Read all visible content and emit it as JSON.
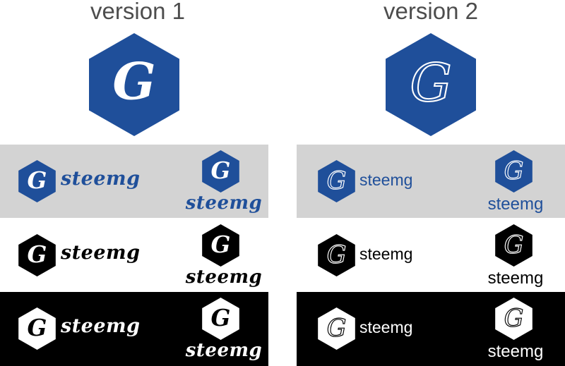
{
  "titles": {
    "v1": "version 1",
    "v2": "version 2"
  },
  "logo_letter": "G",
  "wordmark": "steemg",
  "colors": {
    "brand_blue": "#1f4f9a",
    "band_gray": "#d3d3d3",
    "black": "#000000",
    "white": "#ffffff",
    "title_gray": "#4d4d4d"
  },
  "icons": [
    "hexagon-g-logo-icon"
  ]
}
